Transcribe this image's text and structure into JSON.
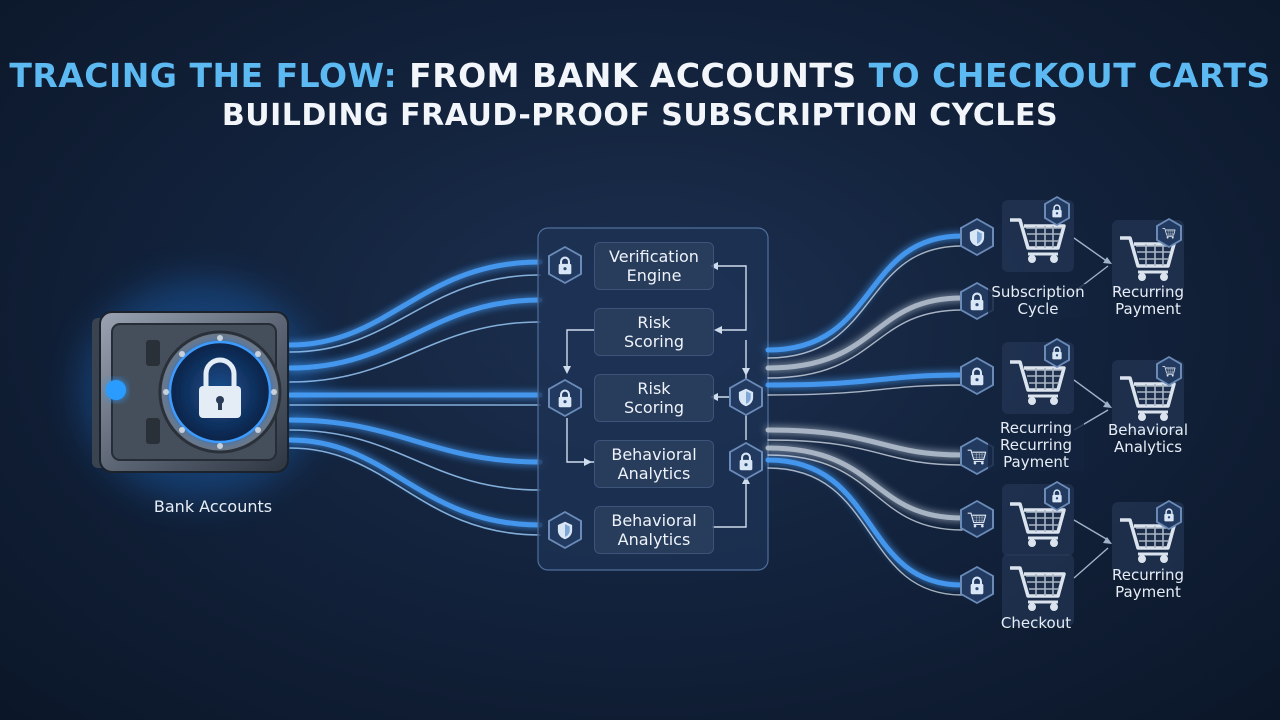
{
  "title": {
    "line1_part1": "TRACING THE FLOW:",
    "line1_part2": "FROM BANK ACCOUNTS",
    "line1_part3": "TO CHECKOUT CARTS",
    "line2": "BUILDING FRAUD-PROOF SUBSCRIPTION CYCLES"
  },
  "source": {
    "label": "Bank Accounts",
    "icon": "vault-lock-icon"
  },
  "engine": {
    "steps": [
      {
        "label": "Verification\nEngine",
        "icon": "lock-icon"
      },
      {
        "label": "Risk\nScoring",
        "icon": ""
      },
      {
        "label": "Risk\nScoring",
        "icon": "lock-icon"
      },
      {
        "label": "Behavioral\nAnalytics",
        "icon": ""
      },
      {
        "label": "Behavioral\nAnalytics",
        "icon": "shield-icon"
      }
    ]
  },
  "outputs": {
    "subscription_cycle": "Subscription\nCycle",
    "recurring_payment_1": "Recurring\nPayment",
    "recurring_recurring_payment": "Recurring\nRecurring\nPayment",
    "behavioral_analytics": "Behavioral\nAnalytics",
    "recurring_payment_2": "Recurring\nPayment",
    "checkout": "Checkout"
  },
  "colors": {
    "title_blue": "#5cb9f2",
    "title_white": "#f2f5fa",
    "flow_blue": "#4aa3ff",
    "flow_gray": "#b8c4d2",
    "background": "#13233d"
  }
}
